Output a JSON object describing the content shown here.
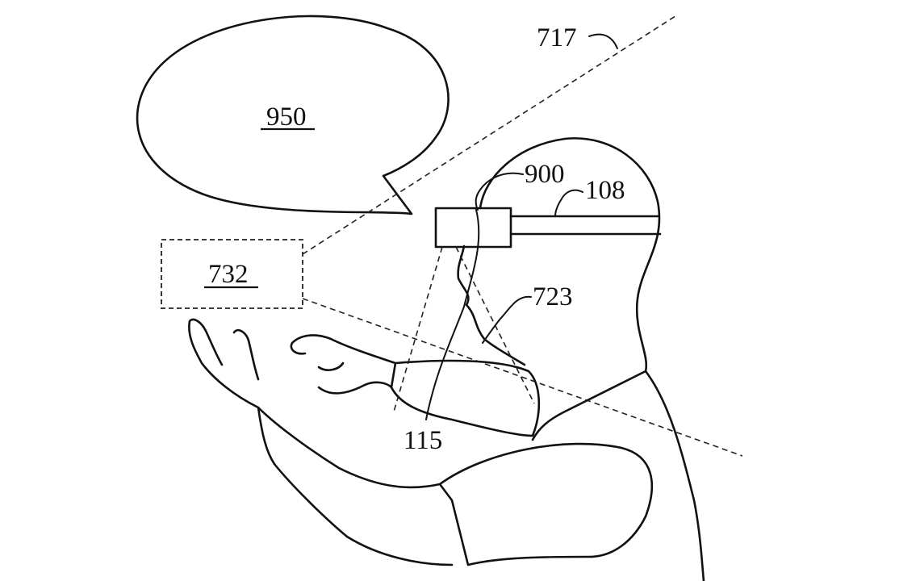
{
  "figure": {
    "labels": {
      "speech_bubble": "950",
      "virtual_object_box": "732",
      "field_of_view_line": "717",
      "device": "900",
      "head_strap": "108",
      "sensor_region": "723",
      "image_sensor": "115"
    }
  }
}
